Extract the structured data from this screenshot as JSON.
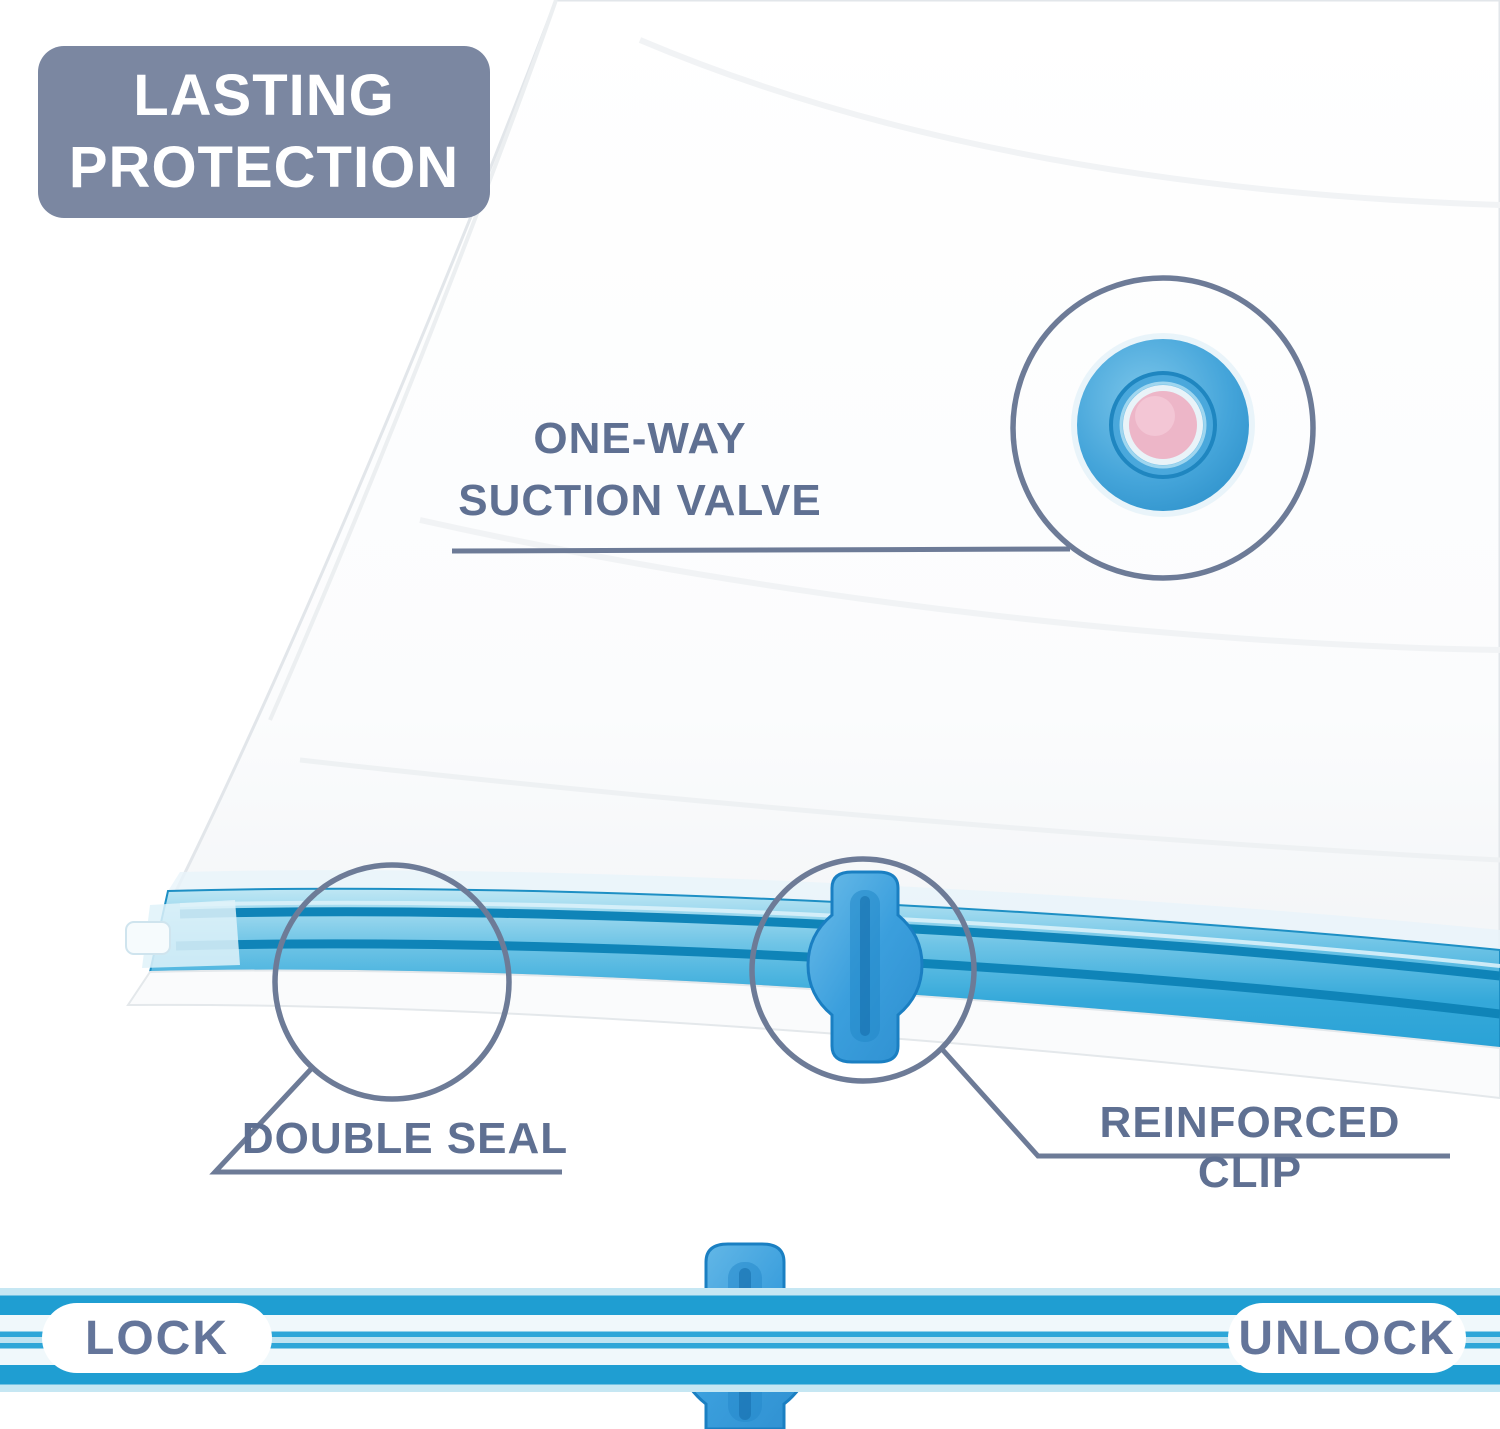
{
  "badge": {
    "line1": "LASTING",
    "line2": "PROTECTION"
  },
  "callouts": {
    "valve": {
      "line1": "ONE-WAY",
      "line2": "SUCTION VALVE"
    },
    "double_seal": {
      "label": "DOUBLE SEAL"
    },
    "reinforced_clip": {
      "label": "REINFORCED CLIP"
    }
  },
  "bottom_bar": {
    "lock_label": "LOCK",
    "unlock_label": "UNLOCK"
  },
  "icons": {
    "suction_valve": "one-way-suction-valve-icon",
    "seal_clip": "reinforced-clip-icon",
    "double_seal": "double-seal-strip-icon",
    "zipper_slider": "zipper-slider-clip-icon"
  },
  "colors": {
    "label_slate": "#5f7092",
    "badge_bg": "#7b87a1",
    "badge_text": "#ffffff",
    "seal_blue": "#29a3d7",
    "seal_blue_dark": "#1286bb",
    "seal_blue_light": "#aadcf0",
    "clip_blue": "#3b9fdd",
    "valve_pink": "#f0b9ca",
    "callout_line": "#6d7b97"
  }
}
